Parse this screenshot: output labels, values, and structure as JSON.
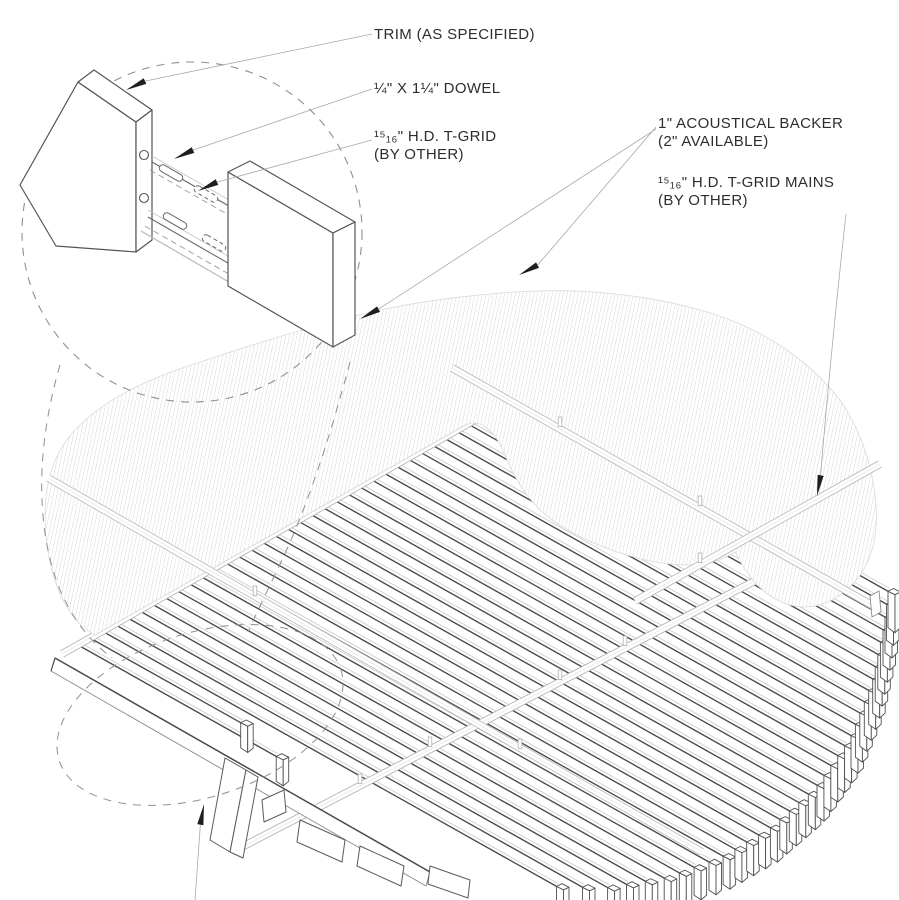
{
  "drawing": {
    "type": "architectural-ceiling-detail",
    "labels": {
      "trim": "TRIM (AS SPECIFIED)",
      "dowel": "¼\" X 1¼\" DOWEL",
      "tgrid": {
        "line1": "¹⁵₁₆\" H.D. T-GRID",
        "line2": "(BY OTHER)"
      },
      "backer": {
        "line1": "1\" ACOUSTICAL BACKER",
        "line2": "(2\" AVAILABLE)"
      },
      "mains": {
        "line1": "¹⁵₁₆\" H.D. T-GRID MAINS",
        "line2": "(BY OTHER)"
      }
    },
    "colors": {
      "background": "#ffffff",
      "ink": "#2d2d2d",
      "line_dark": "#4c4c4c",
      "line_mid": "#9a9a9a",
      "line_light": "#c8c8c8",
      "hatch": "#d0d4d7",
      "arrow": "#1f1f1f"
    }
  }
}
